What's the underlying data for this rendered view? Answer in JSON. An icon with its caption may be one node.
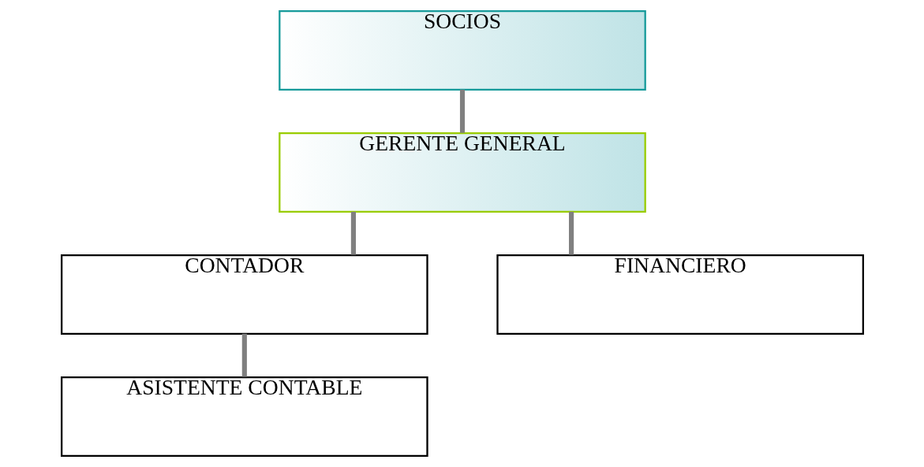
{
  "diagram": {
    "nodes": [
      {
        "text": [
          "SOCIOS"
        ]
      },
      {
        "text": [
          "GERENTE GENERAL"
        ]
      },
      {
        "text": [
          "CONTADOR"
        ]
      },
      {
        "text": [
          "FINANCIERO"
        ]
      },
      {
        "text": [
          "ASISTENTE CONTABLE"
        ]
      }
    ],
    "edges": [
      {
        "from": 0,
        "to": 1,
        "arrow": "none"
      },
      {
        "from": 1,
        "to": 2,
        "arrow": "none"
      },
      {
        "from": 1,
        "to": 3,
        "arrow": "none"
      },
      {
        "from": 2,
        "to": 4,
        "arrow": "none"
      }
    ]
  }
}
